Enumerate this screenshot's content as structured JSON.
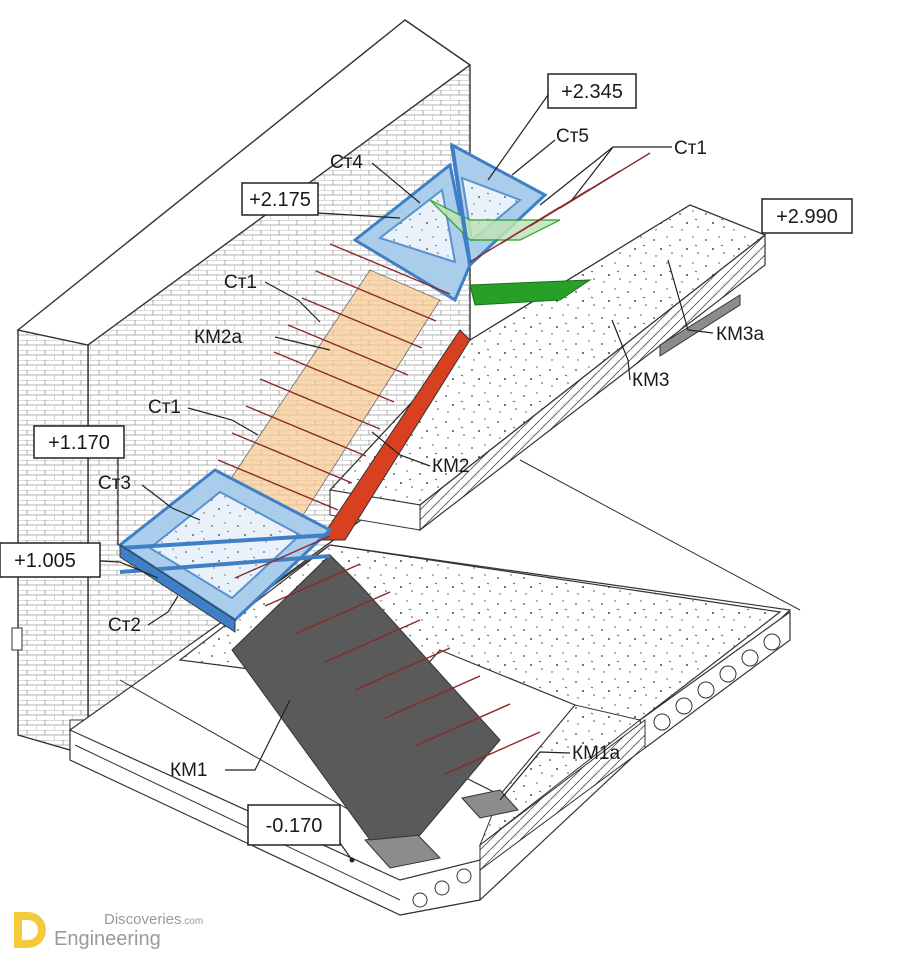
{
  "elevations": {
    "e1": "+2.345",
    "e2": "+2.175",
    "e3": "+2.990",
    "e4": "+1.170",
    "e5": "+1.005",
    "e6": "-0.170"
  },
  "labels": {
    "st5": "Ст5",
    "st1_top": "Ст1",
    "st4": "Ст4",
    "st1_mid": "Ст1",
    "km2a": "КМ2а",
    "km3a": "КМ3а",
    "km3": "КМ3",
    "st1_low": "Ст1",
    "km2": "КМ2",
    "st3": "Ст3",
    "st2": "Ст2",
    "km1a": "КМ1а",
    "km1": "КМ1"
  },
  "logo": {
    "line1": "Discoveries",
    "line1_suffix": ".com",
    "line2": "Engineering"
  },
  "colors": {
    "step": "#f2b8b8",
    "stringer": "#d84020",
    "landing": "#a9cdeb",
    "landing_frame": "#3f7fc6",
    "green": "#28a028",
    "light_green": "#bfe3b8",
    "orange": "#f7c890"
  }
}
